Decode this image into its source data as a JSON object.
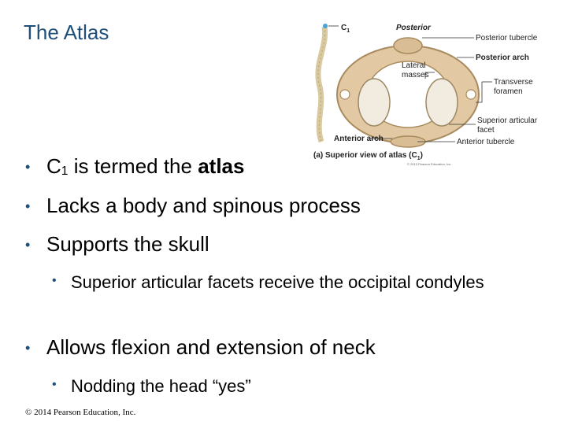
{
  "title": "The Atlas",
  "figure": {
    "c1_label": "C",
    "c1_sub": "1",
    "orientation_label": "Posterior",
    "labels": {
      "posterior_tubercle": "Posterior tubercle",
      "posterior_arch": "Posterior arch",
      "lateral_masses_line1": "Lateral",
      "lateral_masses_line2": "masses",
      "transverse_foramen_line1": "Transverse",
      "transverse_foramen_line2": "foramen",
      "superior_facet_line1": "Superior articular",
      "superior_facet_line2": "facet",
      "anterior_arch": "Anterior arch",
      "anterior_tubercle": "Anterior tubercle"
    },
    "caption_prefix": "(a) Superior view of atlas (C",
    "caption_sub": "1",
    "caption_suffix": ")",
    "small_copyright": "© 2013 Pearson Education, Inc."
  },
  "bullets": {
    "b1_pre": "C",
    "b1_sub": "1",
    "b1_mid": " is termed the ",
    "b1_bold": "atlas",
    "b2": "Lacks a body and spinous process",
    "b3": "Supports the skull",
    "b3a": "Superior articular facets receive the occipital condyles",
    "b4": "Allows flexion and extension of neck",
    "b4a": "Nodding the head “yes”"
  },
  "bullet_symbol": "•",
  "copyright": "© 2014 Pearson Education, Inc."
}
